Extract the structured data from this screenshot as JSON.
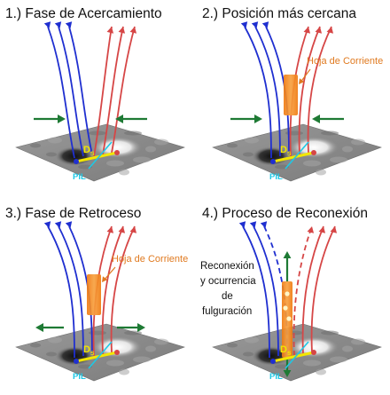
{
  "panels": [
    {
      "id": "approach",
      "title": "1.) Fase de Acercamiento",
      "current_sheet_label": "",
      "side_note": [],
      "arrow_direction": "inward",
      "sheet": false,
      "dashed": false,
      "d_label": "D",
      "d_sub": "s",
      "pil_label": "PIL"
    },
    {
      "id": "closest",
      "title": "2.) Posición más cercana",
      "current_sheet_label": "Hoja de Corriente",
      "side_note": [],
      "arrow_direction": "inward",
      "sheet": true,
      "dashed": false,
      "d_label": "D",
      "d_sub": "s",
      "pil_label": "PIL"
    },
    {
      "id": "receding",
      "title": "3.) Fase de Retroceso",
      "current_sheet_label": "Hoja de Corriente",
      "side_note": [],
      "arrow_direction": "outward",
      "sheet": true,
      "dashed": false,
      "d_label": "D",
      "d_sub": "s",
      "pil_label": "PIL"
    },
    {
      "id": "reconnection",
      "title": "4.) Proceso de Reconexión",
      "current_sheet_label": "",
      "side_note": [
        "Reconexión",
        "y ocurrencia",
        "de",
        "fulguración"
      ],
      "arrow_direction": "vertical",
      "sheet": true,
      "dashed": true,
      "d_label": "D",
      "d_sub": "s",
      "pil_label": "PIL"
    }
  ],
  "colors": {
    "blue": "#1f2fd0",
    "red": "#d64646",
    "green": "#1e7a34",
    "orange": "#f28a1e",
    "orange_text": "#e07a20",
    "yellow": "#f2e600",
    "cyan": "#1ec8e6",
    "magnetogram": "#8c8c8c"
  }
}
